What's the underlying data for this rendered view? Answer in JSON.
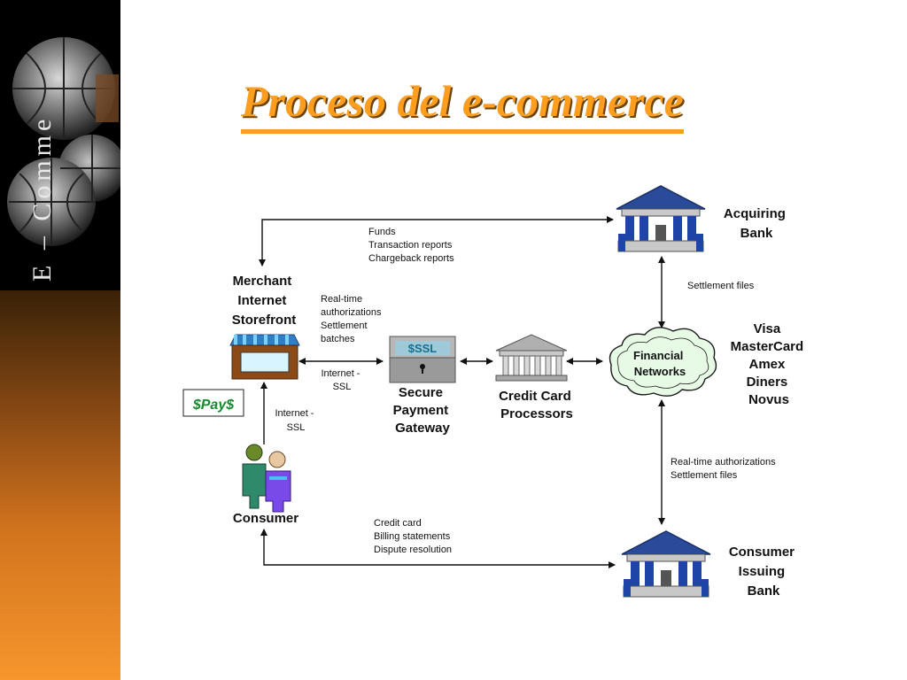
{
  "sidebar": {
    "title": "E – Comme"
  },
  "slide": {
    "title": "Proceso del e-commerce"
  },
  "diagram": {
    "nodes": {
      "acquiring_bank": [
        "Acquiring",
        "Bank"
      ],
      "merchant": [
        "Merchant",
        "Internet",
        "Storefront"
      ],
      "pay_badge": "$Pay$",
      "gateway_screen": "$SSL",
      "gateway": [
        "Secure",
        "Payment",
        "Gateway"
      ],
      "processors": [
        "Credit Card",
        "Processors"
      ],
      "networks": [
        "Financial",
        "Networks"
      ],
      "card_brands": [
        "Visa",
        "MasterCard",
        "Amex",
        "Diners",
        "Novus"
      ],
      "consumer": "Consumer",
      "issuing_bank": [
        "Consumer",
        "Issuing",
        "Bank"
      ]
    },
    "edges": {
      "funds": [
        "Funds",
        "Transaction reports",
        "Chargeback reports"
      ],
      "realtime": [
        "Real-time",
        "authorizations",
        "Settlement",
        "batches"
      ],
      "internet_ssl_1": [
        "Internet -",
        "SSL"
      ],
      "internet_ssl_2": [
        "Internet -",
        "SSL"
      ],
      "settlement_files": "Settlement files",
      "realtime_settlement": [
        "Real-time authorizations",
        "Settlement files"
      ],
      "credit_card": [
        "Credit card",
        "Billing statements",
        "Dispute resolution"
      ]
    }
  }
}
